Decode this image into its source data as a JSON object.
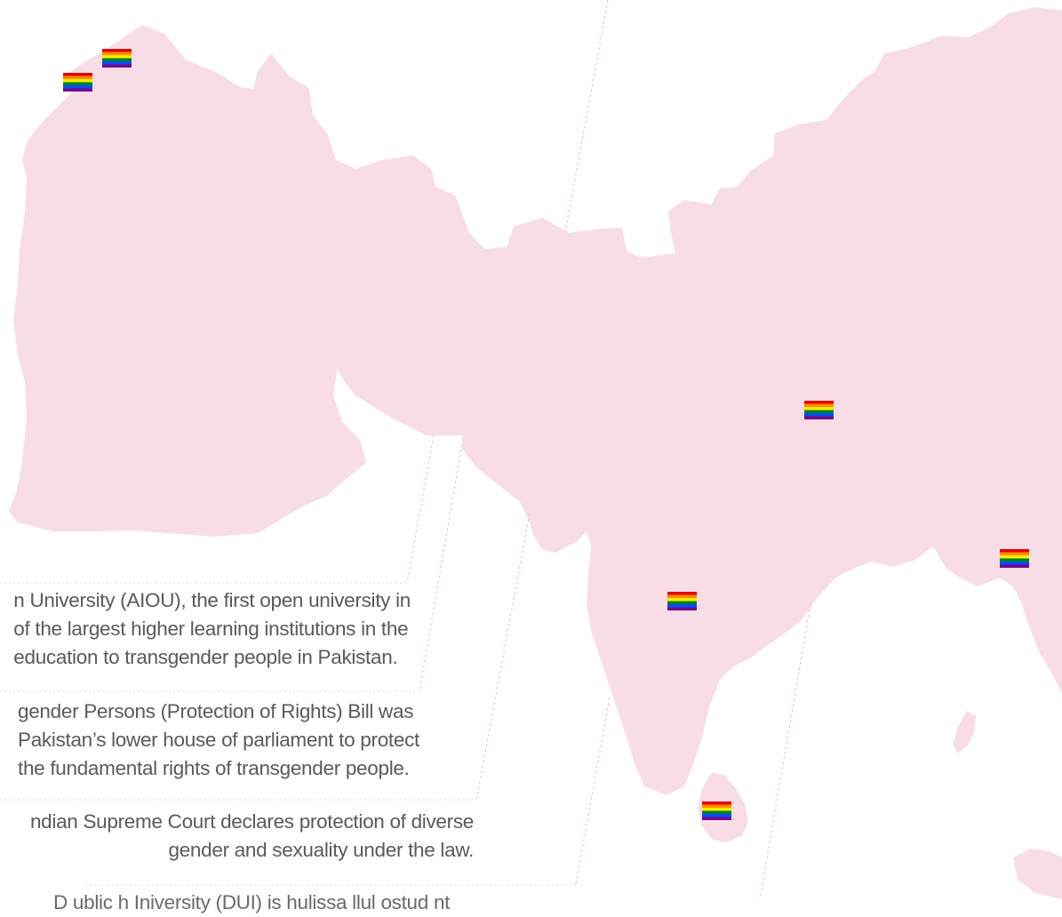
{
  "map": {
    "flag_marker": "rainbow-pride-flag-icon",
    "land_color": "#f8dce6",
    "flag_colors": [
      "#e40303",
      "#ff8c00",
      "#ffed00",
      "#008026",
      "#004dff",
      "#750787"
    ]
  },
  "timeline": [
    {
      "lines": [
        "n University (AIOU), the first open university in",
        "of the largest higher learning institutions in the",
        "education to transgender people in Pakistan."
      ]
    },
    {
      "lines": [
        "gender Persons (Protection of Rights) Bill was",
        "Pakistan’s lower house of parliament to protect",
        "the fundamental rights of transgender people."
      ]
    },
    {
      "lines": [
        "ndian Supreme Court declares protection of diverse",
        "gender and sexuality under the law."
      ]
    },
    {
      "lines": [
        "D          ublic   h   Iniversity (DUI)  is hulissa      llul      ostud   nt"
      ]
    }
  ]
}
